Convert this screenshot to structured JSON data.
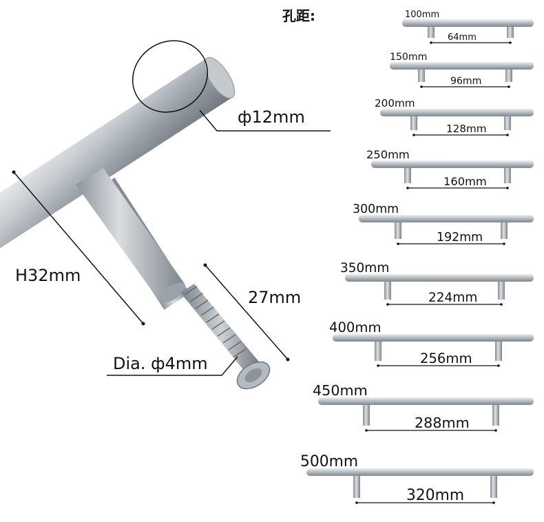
{
  "heading": "孔距:",
  "callouts": {
    "tube_diameter": "ф12mm",
    "height": "H32mm",
    "leg_length": "27mm",
    "screw_diameter": "Dia. ф4mm"
  },
  "handles": [
    {
      "length": "100mm",
      "hole_spacing": "64mm"
    },
    {
      "length": "150mm",
      "hole_spacing": "96mm"
    },
    {
      "length": "200mm",
      "hole_spacing": "128mm"
    },
    {
      "length": "250mm",
      "hole_spacing": "160mm"
    },
    {
      "length": "300mm",
      "hole_spacing": "192mm"
    },
    {
      "length": "350mm",
      "hole_spacing": "224mm"
    },
    {
      "length": "400mm",
      "hole_spacing": "256mm"
    },
    {
      "length": "450mm",
      "hole_spacing": "288mm"
    },
    {
      "length": "500mm",
      "hole_spacing": "320mm"
    }
  ]
}
